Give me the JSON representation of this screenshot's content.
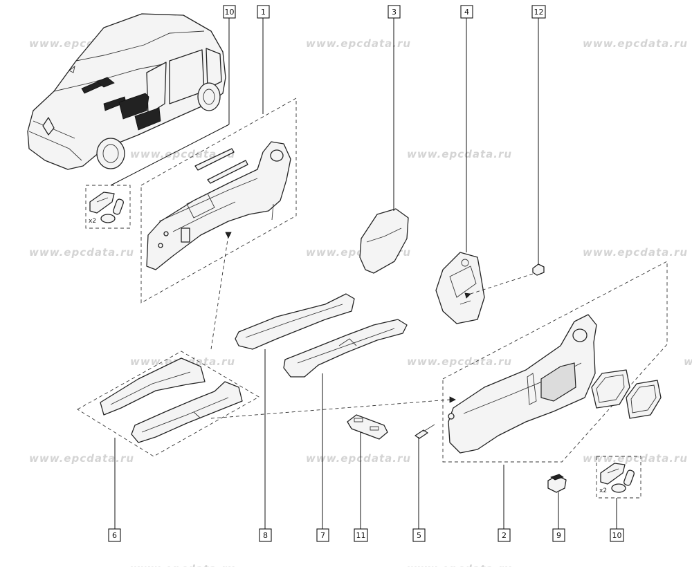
{
  "watermark": "www.epcdata.ru",
  "multiplier_label": "x2",
  "callouts": {
    "c1": "1",
    "c2": "2",
    "c3": "3",
    "c4": "4",
    "c5": "5",
    "c6": "6",
    "c7": "7",
    "c8": "8",
    "c9": "9",
    "c10_top": "10",
    "c10_bottom": "10",
    "c11": "11",
    "c12": "12"
  }
}
